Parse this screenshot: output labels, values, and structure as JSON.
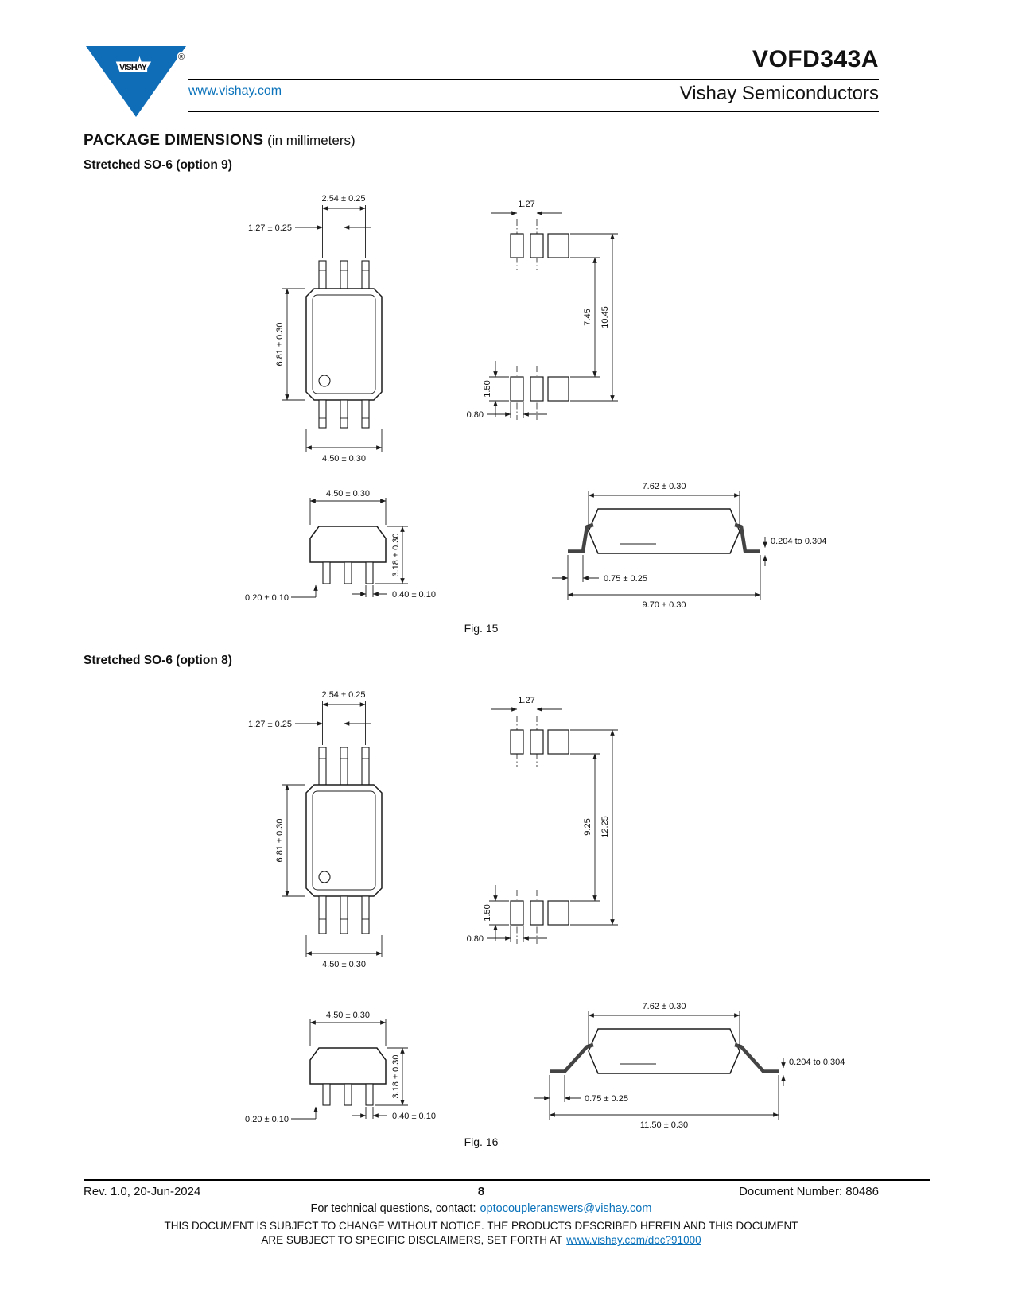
{
  "header": {
    "logo_text": "VISHAY",
    "logo_reg": "®",
    "website": "www.vishay.com",
    "part_number": "VOFD343A",
    "division": "Vishay Semiconductors"
  },
  "title": {
    "main": "PACKAGE DIMENSIONS",
    "suffix": " (in millimeters)"
  },
  "sections": [
    {
      "heading": "Stretched SO-6 (option 9)",
      "caption": "Fig. 15",
      "dims": {
        "lead_pitch_outer": "2.54 ± 0.25",
        "lead_pitch": "1.27 ± 0.25",
        "body_height": "6.81 ± 0.30",
        "body_width": "4.50 ± 0.30",
        "pad_pitch": "1.27",
        "pad_inner_span": "7.45",
        "pad_outer_span": "10.45",
        "pad_length": "1.50",
        "pad_width": "0.80",
        "front_width": "4.50 ± 0.30",
        "front_height": "3.18 ± 0.30",
        "lead_thickness": "0.20 ± 0.10",
        "lead_width": "0.40 ± 0.10",
        "body_length": "7.62 ± 0.30",
        "lead_gauge": "0.204 to 0.304",
        "foot_length": "0.75 ± 0.25",
        "overall_length": "9.70 ± 0.30"
      }
    },
    {
      "heading": "Stretched SO-6 (option 8)",
      "caption": "Fig. 16",
      "dims": {
        "lead_pitch_outer": "2.54 ± 0.25",
        "lead_pitch": "1.27 ± 0.25",
        "body_height": "6.81 ± 0.30",
        "body_width": "4.50 ± 0.30",
        "pad_pitch": "1.27",
        "pad_inner_span": "9.25",
        "pad_outer_span": "12.25",
        "pad_length": "1.50",
        "pad_width": "0.80",
        "front_width": "4.50 ± 0.30",
        "front_height": "3.18 ± 0.30",
        "lead_thickness": "0.20 ± 0.10",
        "lead_width": "0.40 ± 0.10",
        "body_length": "7.62 ± 0.30",
        "lead_gauge": "0.204 to 0.304",
        "foot_length": "0.75 ± 0.25",
        "overall_length": "11.50 ± 0.30"
      }
    }
  ],
  "footer": {
    "revision": "Rev. 1.0, 20-Jun-2024",
    "page_number": "8",
    "document_number": "Document Number: 80486",
    "contact_prefix": "For technical questions, contact:",
    "contact_email": "optocoupleranswers@vishay.com",
    "disclaimer_line1": "THIS DOCUMENT IS SUBJECT TO CHANGE WITHOUT NOTICE. THE PRODUCTS DESCRIBED HEREIN AND THIS DOCUMENT",
    "disclaimer_line2_prefix": "ARE SUBJECT TO SPECIFIC DISCLAIMERS, SET FORTH AT",
    "disclaimer_link": "www.vishay.com/doc?91000"
  }
}
